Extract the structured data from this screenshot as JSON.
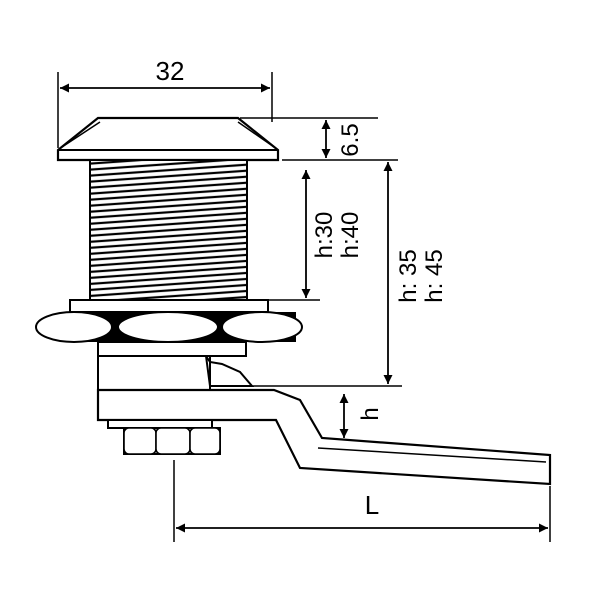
{
  "dimensions": {
    "flange_width": "32",
    "flange_height": "6.5",
    "thread_length": {
      "line1": "h:30",
      "line2": "h:40"
    },
    "total_length": {
      "line1": "h: 35",
      "line2": "h: 45"
    },
    "cam_offset": "h",
    "cam_length": "L"
  }
}
